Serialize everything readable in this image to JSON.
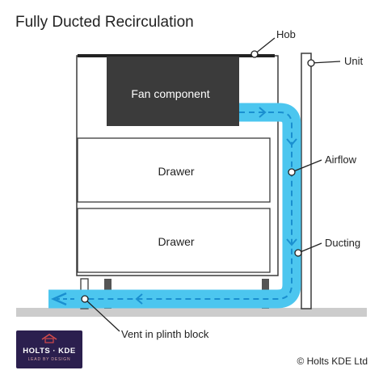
{
  "title": "Fully Ducted Recirculation",
  "labels": {
    "hob": "Hob",
    "unit": "Unit",
    "airflow": "Airflow",
    "ducting": "Ducting",
    "vent": "Vent in plinth block",
    "fan": "Fan component",
    "drawer_top": "Drawer",
    "drawer_bottom": "Drawer"
  },
  "logo": {
    "name": "HOLTS · KDE",
    "tagline": "LEAD BY DESIGN"
  },
  "copyright": "© Holts KDE Ltd",
  "colors": {
    "duct": "#4cc6ef",
    "arrow": "#1a8fd0",
    "fan": "#3b3b3b",
    "floor": "#cccccc",
    "logo_bg": "#2b1f4e"
  }
}
